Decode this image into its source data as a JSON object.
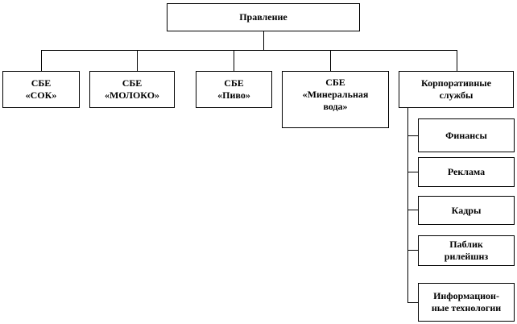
{
  "root": {
    "label": "Правление"
  },
  "units": [
    {
      "line1": "СБЕ",
      "line2": "«СОК»"
    },
    {
      "line1": "СБЕ",
      "line2": "«МОЛОКО»"
    },
    {
      "line1": "СБЕ",
      "line2": "«Пиво»"
    },
    {
      "line1": "СБЕ",
      "line2": "«Минеральная",
      "line3": "вода»"
    },
    {
      "line1": "Корпоративные",
      "line2": "службы"
    }
  ],
  "services": [
    {
      "line1": "Финансы"
    },
    {
      "line1": "Реклама"
    },
    {
      "line1": "Кадры"
    },
    {
      "line1": "Паблик",
      "line2": "рилейшнз"
    },
    {
      "line1": "Информацион-",
      "line2": "ные технологии"
    }
  ]
}
